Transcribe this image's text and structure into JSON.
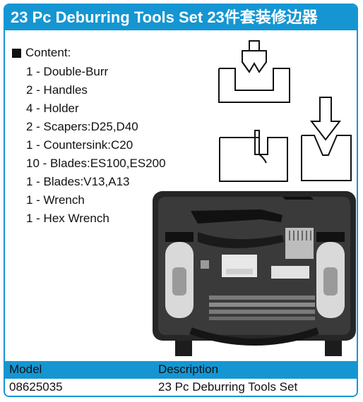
{
  "title": "23 Pc Deburring Tools Set  23件套装修边器",
  "content": {
    "label": "Content:",
    "items": [
      "1 - Double-Burr",
      "2 - Handles",
      "4 - Holder",
      "2 - Scapers:D25,D40",
      "1 - Countersink:C20",
      "10 - Blades:ES100,ES200",
      "1 - Blades:V13,A13",
      "1 - Wrench",
      "1 - Hex Wrench"
    ]
  },
  "table": {
    "headers": [
      "Model",
      "Description"
    ],
    "rows": [
      [
        "08625035",
        "23 Pc Deburring Tools Set"
      ]
    ]
  },
  "colors": {
    "accent": "#1596d2",
    "text": "#111111",
    "case": "#2a2a2a"
  }
}
